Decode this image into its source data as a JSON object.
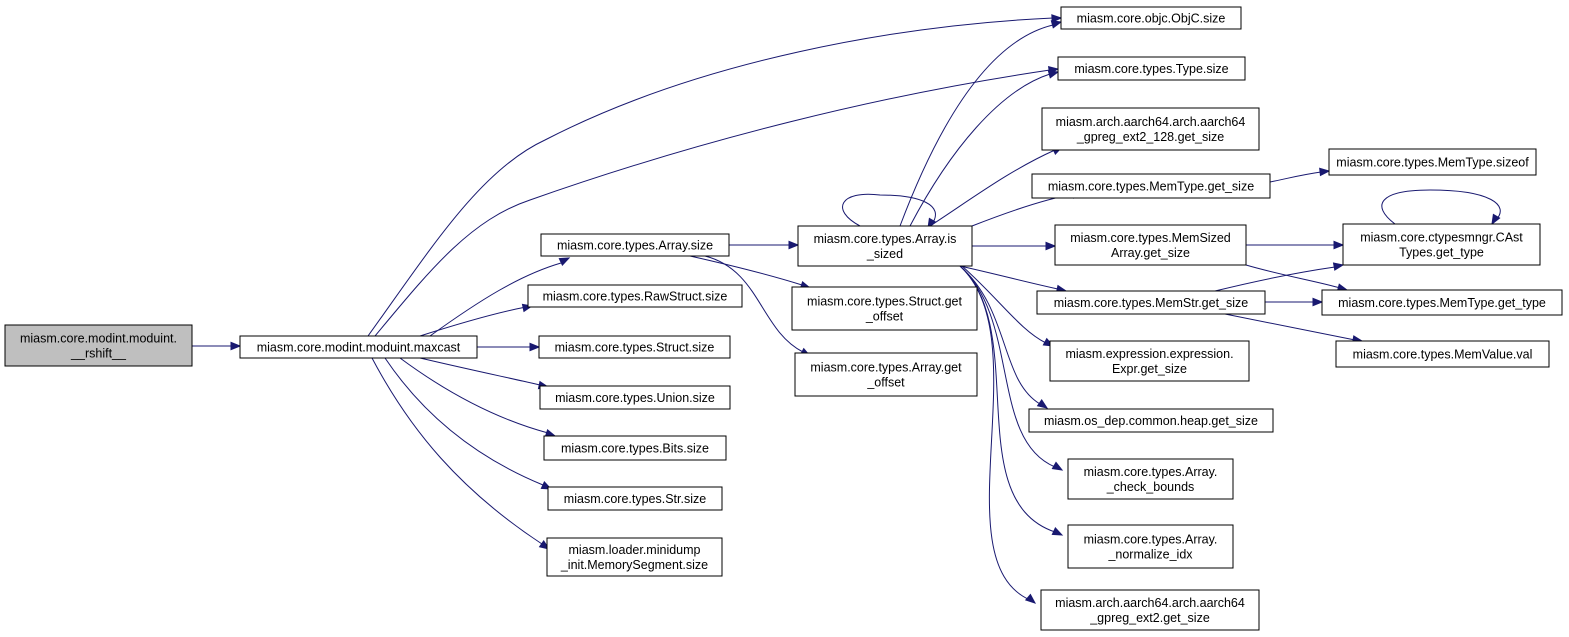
{
  "graph": {
    "nodes": [
      {
        "id": "n0",
        "lines": [
          "miasm.core.modint.moduint.",
          "__rshift__"
        ],
        "root": true
      },
      {
        "id": "n1",
        "lines": [
          "miasm.core.modint.moduint.maxcast"
        ]
      },
      {
        "id": "n2",
        "lines": [
          "miasm.core.objc.ObjC.size"
        ]
      },
      {
        "id": "n3",
        "lines": [
          "miasm.core.types.Type.size"
        ]
      },
      {
        "id": "n4",
        "lines": [
          "miasm.core.types.Array.size"
        ]
      },
      {
        "id": "n5",
        "lines": [
          "miasm.core.types.RawStruct.size"
        ]
      },
      {
        "id": "n6",
        "lines": [
          "miasm.core.types.Struct.size"
        ]
      },
      {
        "id": "n7",
        "lines": [
          "miasm.core.types.Union.size"
        ]
      },
      {
        "id": "n8",
        "lines": [
          "miasm.core.types.Bits.size"
        ]
      },
      {
        "id": "n9",
        "lines": [
          "miasm.core.types.Str.size"
        ]
      },
      {
        "id": "n10",
        "lines": [
          "miasm.loader.minidump",
          "_init.MemorySegment.size"
        ]
      },
      {
        "id": "n11",
        "lines": [
          "miasm.core.types.Array.is",
          "_sized"
        ]
      },
      {
        "id": "n12",
        "lines": [
          "miasm.core.types.Struct.get",
          "_offset"
        ]
      },
      {
        "id": "n13",
        "lines": [
          "miasm.core.types.Array.get",
          "_offset"
        ]
      },
      {
        "id": "n14",
        "lines": [
          "miasm.arch.aarch64.arch.aarch64",
          "_gpreg_ext2_128.get_size"
        ]
      },
      {
        "id": "n15",
        "lines": [
          "miasm.core.types.MemType.get_size"
        ]
      },
      {
        "id": "n16",
        "lines": [
          "miasm.core.types.MemSized",
          "Array.get_size"
        ]
      },
      {
        "id": "n17",
        "lines": [
          "miasm.core.types.MemStr.get_size"
        ]
      },
      {
        "id": "n18",
        "lines": [
          "miasm.expression.expression.",
          "Expr.get_size"
        ]
      },
      {
        "id": "n19",
        "lines": [
          "miasm.os_dep.common.heap.get_size"
        ]
      },
      {
        "id": "n20",
        "lines": [
          "miasm.core.types.Array.",
          "_check_bounds"
        ]
      },
      {
        "id": "n21",
        "lines": [
          "miasm.core.types.Array.",
          "_normalize_idx"
        ]
      },
      {
        "id": "n22",
        "lines": [
          "miasm.arch.aarch64.arch.aarch64",
          "_gpreg_ext2.get_size"
        ]
      },
      {
        "id": "n23",
        "lines": [
          "miasm.core.types.MemType.sizeof"
        ]
      },
      {
        "id": "n24",
        "lines": [
          "miasm.core.ctypesmngr.CAst",
          "Types.get_type"
        ]
      },
      {
        "id": "n25",
        "lines": [
          "miasm.core.types.MemType.get_type"
        ]
      },
      {
        "id": "n26",
        "lines": [
          "miasm.core.types.MemValue.val"
        ]
      }
    ],
    "edges": [
      [
        "n0",
        "n1"
      ],
      [
        "n1",
        "n2"
      ],
      [
        "n1",
        "n3"
      ],
      [
        "n1",
        "n4"
      ],
      [
        "n1",
        "n5"
      ],
      [
        "n1",
        "n6"
      ],
      [
        "n1",
        "n7"
      ],
      [
        "n1",
        "n8"
      ],
      [
        "n1",
        "n9"
      ],
      [
        "n1",
        "n10"
      ],
      [
        "n4",
        "n11"
      ],
      [
        "n4",
        "n12"
      ],
      [
        "n4",
        "n13"
      ],
      [
        "n11",
        "n11"
      ],
      [
        "n11",
        "n2"
      ],
      [
        "n11",
        "n3"
      ],
      [
        "n11",
        "n14"
      ],
      [
        "n11",
        "n15"
      ],
      [
        "n11",
        "n16"
      ],
      [
        "n11",
        "n17"
      ],
      [
        "n11",
        "n18"
      ],
      [
        "n11",
        "n19"
      ],
      [
        "n11",
        "n20"
      ],
      [
        "n11",
        "n21"
      ],
      [
        "n11",
        "n22"
      ],
      [
        "n15",
        "n23"
      ],
      [
        "n16",
        "n24"
      ],
      [
        "n16",
        "n25"
      ],
      [
        "n17",
        "n24"
      ],
      [
        "n17",
        "n25"
      ],
      [
        "n17",
        "n26"
      ],
      [
        "n24",
        "n24"
      ]
    ]
  }
}
